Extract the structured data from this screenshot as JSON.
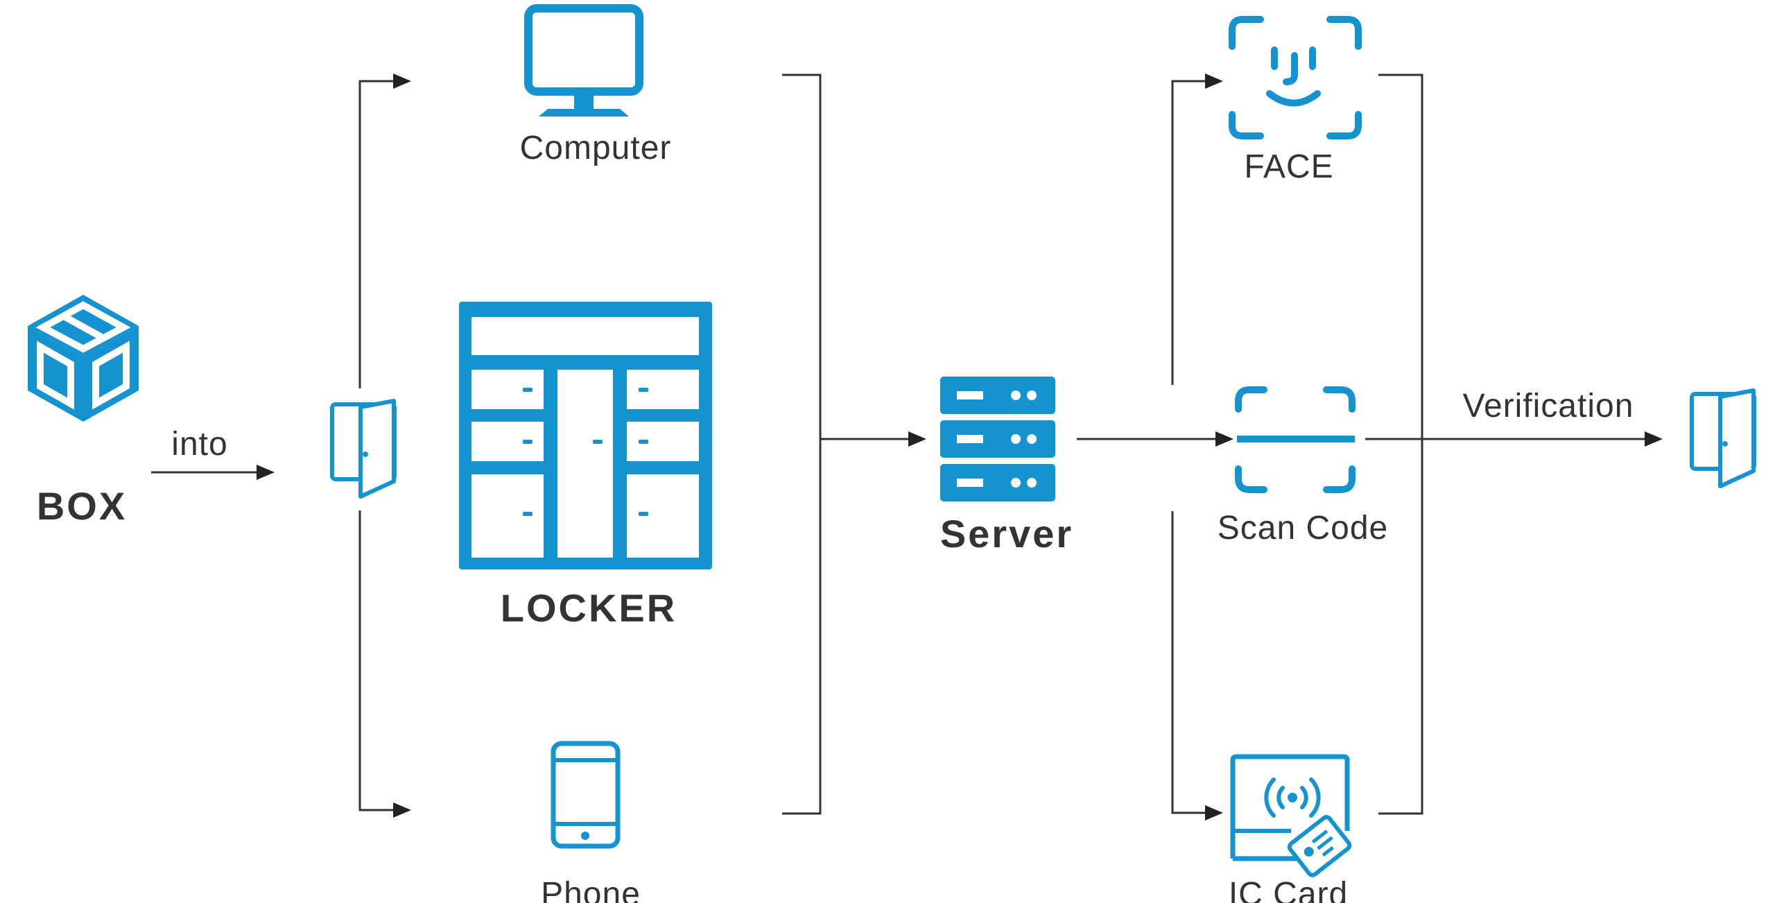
{
  "colors": {
    "accent": "#1592d0",
    "text": "#333333",
    "line": "#333333",
    "background": "#ffffff"
  },
  "nodes": {
    "box": {
      "label": "BOX",
      "icon": "package-box-icon"
    },
    "entry_door": {
      "icon": "door-open-icon"
    },
    "computer": {
      "label": "Computer",
      "icon": "computer-monitor-icon"
    },
    "locker": {
      "label": "LOCKER",
      "icon": "locker-cabinet-icon"
    },
    "phone": {
      "label": "Phone",
      "icon": "smartphone-icon"
    },
    "server": {
      "label": "Server",
      "icon": "server-rack-icon"
    },
    "face": {
      "label": "FACE",
      "icon": "face-scan-icon"
    },
    "scan_code": {
      "label": "Scan Code",
      "icon": "scan-code-icon"
    },
    "ic_card": {
      "label": "IC Card",
      "icon": "ic-card-reader-icon"
    },
    "exit_door": {
      "icon": "door-open-icon"
    }
  },
  "edges": {
    "into": "into",
    "verification": "Verification"
  }
}
